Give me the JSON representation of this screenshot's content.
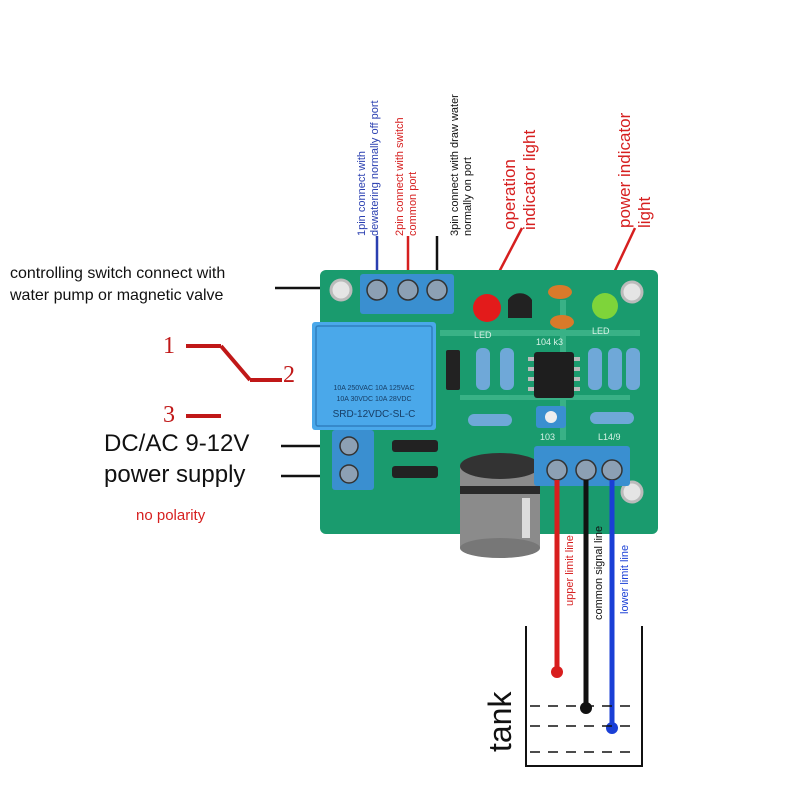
{
  "labels": {
    "controlling_line1": "controlling switch connect with",
    "controlling_line2": "water pump or magnetic valve",
    "pin1_line1": "1pin connect with",
    "pin1_line2": "dewatering normally off port",
    "pin2_line1": "2pin connect with switch",
    "pin2_line2": "common port",
    "pin3_line1": "3pin connect with draw water",
    "pin3_line2": "normally on port",
    "operation_line1": "operation",
    "operation_line2": "indicator light",
    "power_line1": "power indicator",
    "power_line2": "light",
    "num1": "1",
    "num2": "2",
    "num3": "3",
    "power_supply_line1": "DC/AC 9-12V",
    "power_supply_line2": "power supply",
    "no_polarity": "no polarity",
    "upper_limit": "upper limit line",
    "common_signal": "common signal line",
    "lower_limit": "lower limit line",
    "tank": "tank"
  },
  "board": {
    "relay_line1": "10A 250VAC 10A 125VAC",
    "relay_line2": "10A 30VDC 10A 28VDC",
    "relay_model": "SRD-12VDC-SL-C",
    "led_label_1": "LED",
    "led_label_2": "LED",
    "chip_label": "104 k3",
    "pot_label": "103",
    "code_label": "L14/9"
  },
  "colors": {
    "board": "#1a9b6e",
    "terminal": "#3a8fd0",
    "relay": "#4aa8ea",
    "upper_wire": "#d81e1e",
    "common_wire": "#111111",
    "lower_wire": "#1a3fd6",
    "label_blue": "#2a3fb0",
    "label_red": "#d61f1f"
  }
}
